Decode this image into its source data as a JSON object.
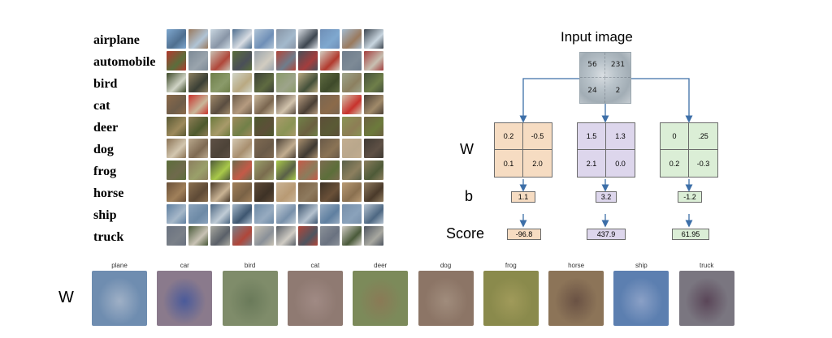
{
  "cifar": {
    "classes": [
      "airplane",
      "automobile",
      "bird",
      "cat",
      "deer",
      "dog",
      "frog",
      "horse",
      "ship",
      "truck"
    ],
    "thumb_palettes": [
      [
        "#7fa8cf",
        "#9a7a5e",
        "#c9d6e0",
        "#4f6f8f",
        "#b0c4d6",
        "#8895a6",
        "#d8dde3",
        "#6f8fb7",
        "#a3b9cc",
        "#3d4650"
      ],
      [
        "#b23a2e",
        "#7d8a96",
        "#c8c0b2",
        "#5a6e3c",
        "#9aa4ad",
        "#b0473a",
        "#4a4f58",
        "#d1ccc0",
        "#6f7d8c",
        "#a33d3d"
      ],
      [
        "#3e4a2a",
        "#8c8060",
        "#6f7f4a",
        "#d0d4c6",
        "#3a3f35",
        "#8a9a6a",
        "#b9a982",
        "#5f6b41",
        "#9da48a",
        "#44503a"
      ],
      [
        "#8b6a4a",
        "#c8322c",
        "#a08a6a",
        "#6e5d4a",
        "#c9b79a",
        "#5a4d40",
        "#b59b80",
        "#7a6650",
        "#d2c3ad",
        "#4a3f35"
      ],
      [
        "#5a5a35",
        "#8d7d55",
        "#6c7a3c",
        "#9d8a5c",
        "#4e5a2e",
        "#a89a6a",
        "#718048",
        "#5c4f38",
        "#8a9455",
        "#6b6040"
      ],
      [
        "#8a7355",
        "#b9a78c",
        "#5e5045",
        "#d3c7b0",
        "#7e6a52",
        "#4d4338",
        "#a88f6f",
        "#6a5a48",
        "#c2ad8f",
        "#3f3a33"
      ],
      [
        "#5c6e3a",
        "#8c7f5e",
        "#4e5a38",
        "#6f6a4c",
        "#9aa06a",
        "#a9c94a",
        "#c45a48",
        "#7a6c4e",
        "#5a6048",
        "#8a7d5c"
      ],
      [
        "#6a5038",
        "#8a7050",
        "#4a3a2a",
        "#a0805a",
        "#5e4a36",
        "#c9b394",
        "#7a6246",
        "#3e3226",
        "#b89a74",
        "#8e7a5e"
      ],
      [
        "#5f7fa0",
        "#8aa2bb",
        "#4d6782",
        "#a6b8c9",
        "#6d8aa6",
        "#c0ccd6",
        "#3e5670",
        "#97abc0",
        "#7890aa",
        "#b5c2cf"
      ],
      [
        "#6a7280",
        "#4a5a3a",
        "#a8a8a0",
        "#7a8088",
        "#c9c3b5",
        "#5a6068",
        "#b0463a",
        "#8a9098",
        "#d0ccc4",
        "#4e5560"
      ]
    ]
  },
  "diagram": {
    "input_title": "Input image",
    "pixels": [
      "56",
      "231",
      "24",
      "2"
    ],
    "row_labels": {
      "w": "W",
      "b": "b",
      "score": "Score"
    },
    "classifiers": [
      {
        "weights": [
          "0.2",
          "-0.5",
          "0.1",
          "2.0"
        ],
        "bias": "1.1",
        "score": "-96.8",
        "color": "#f6dcc2",
        "score_color": "#f6dcc2"
      },
      {
        "weights": [
          "1.5",
          "1.3",
          "2.1",
          "0.0"
        ],
        "bias": "3.2",
        "score": "437.9",
        "color": "#ddd6ec",
        "score_color": "#ddd6ec"
      },
      {
        "weights": [
          "0",
          ".25",
          "0.2",
          "-0.3"
        ],
        "bias": "-1.2",
        "score": "61.95",
        "color": "#dbeed6",
        "score_color": "#dbeed6"
      }
    ],
    "arrow_color": "#3d6fa8"
  },
  "templates": {
    "w_label": "W",
    "items": [
      {
        "label": "plane",
        "bg": "#6f8db0",
        "center": "#9fb0c6"
      },
      {
        "label": "car",
        "bg": "#8a7a8c",
        "center": "#4a5a9a"
      },
      {
        "label": "bird",
        "bg": "#7f8c6a",
        "center": "#6a7a5a"
      },
      {
        "label": "cat",
        "bg": "#8f7a72",
        "center": "#a08a84"
      },
      {
        "label": "deer",
        "bg": "#7c8a5a",
        "center": "#8a7a56"
      },
      {
        "label": "dog",
        "bg": "#8c7566",
        "center": "#a08c7c"
      },
      {
        "label": "frog",
        "bg": "#8a8a4c",
        "center": "#a09a5a"
      },
      {
        "label": "horse",
        "bg": "#8c7458",
        "center": "#6a5244"
      },
      {
        "label": "ship",
        "bg": "#5c7fb0",
        "center": "#8aa0c6"
      },
      {
        "label": "truck",
        "bg": "#7a7680",
        "center": "#5a4658"
      }
    ]
  }
}
